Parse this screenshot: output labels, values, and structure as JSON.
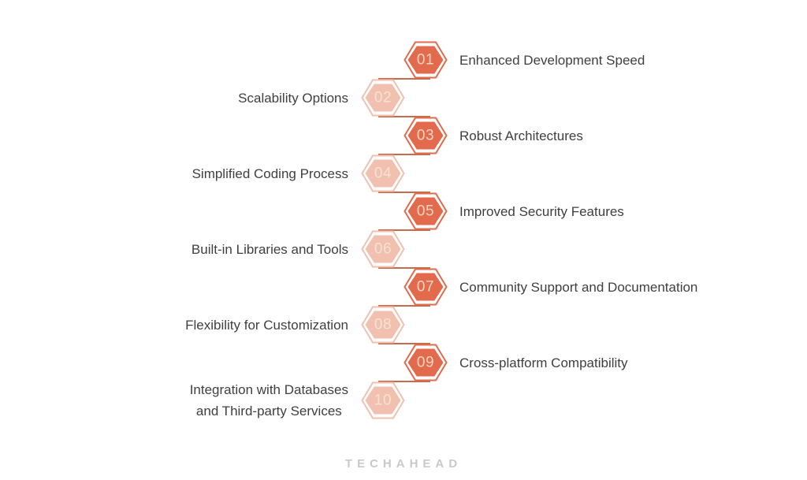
{
  "diagram": {
    "items": [
      {
        "num": "01",
        "label": "Enhanced Development Speed",
        "side": "right",
        "tone": "dark"
      },
      {
        "num": "02",
        "label": "Scalability Options",
        "side": "left",
        "tone": "light"
      },
      {
        "num": "03",
        "label": "Robust Architectures",
        "side": "right",
        "tone": "dark"
      },
      {
        "num": "04",
        "label": "Simplified Coding Process",
        "side": "left",
        "tone": "light"
      },
      {
        "num": "05",
        "label": "Improved Security Features",
        "side": "right",
        "tone": "dark"
      },
      {
        "num": "06",
        "label": "Built-in Libraries and Tools",
        "side": "left",
        "tone": "light"
      },
      {
        "num": "07",
        "label": "Community Support and Documentation",
        "side": "right",
        "tone": "dark"
      },
      {
        "num": "08",
        "label": "Flexibility for Customization",
        "side": "left",
        "tone": "light"
      },
      {
        "num": "09",
        "label": "Cross-platform Compatibility",
        "side": "right",
        "tone": "dark"
      },
      {
        "num": "10",
        "label": "Integration with Databases\nand Third-party Services",
        "side": "left",
        "tone": "light"
      }
    ]
  },
  "footer": {
    "logo_text": "TECHAHEAD"
  },
  "colors": {
    "hex-dark": "#E16B4C",
    "hex-light": "#F2C0AF",
    "num-on-dark": "#F8D3C4",
    "num-on-light": "#F9E0D6",
    "connector": "#C96A4D",
    "label-text": "#3F3F3F",
    "logo-text": "#C9C9C9",
    "background": "#FFFFFF"
  }
}
